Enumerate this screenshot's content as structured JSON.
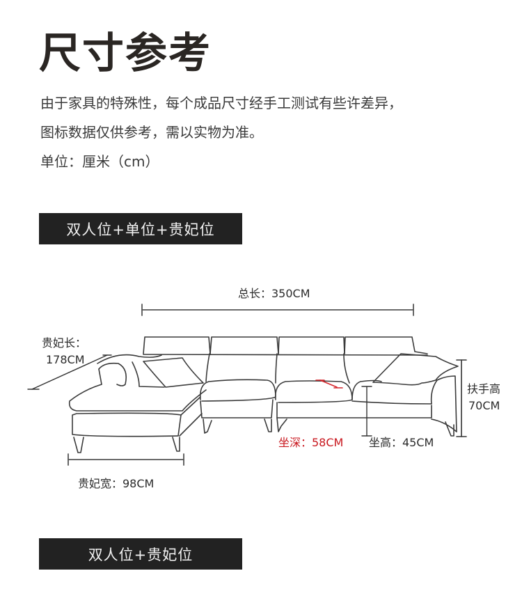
{
  "title": "尺寸参考",
  "description": {
    "line1": "由于家具的特殊性，每个成品尺寸经手工测试有些许差异，",
    "line2": "图标数据仅供参考，需以实物为准。",
    "unit": "单位：厘米（cm）"
  },
  "sections": [
    {
      "label": "双人位+单位+贵妃位"
    },
    {
      "label": "双人位+贵妃位"
    }
  ],
  "dimensions": {
    "total_length": "总长：350CM",
    "chaise_length_label": "贵妃长：",
    "chaise_length_value": "178CM",
    "armrest_height_label": "扶手高",
    "armrest_height_value": "70CM",
    "seat_depth": "坐深：58CM",
    "seat_height": "坐高：45CM",
    "chaise_width": "贵妃宽：98CM"
  },
  "colors": {
    "bar_bg": "#222222",
    "accent_red": "#c8161d",
    "line": "#333333"
  }
}
